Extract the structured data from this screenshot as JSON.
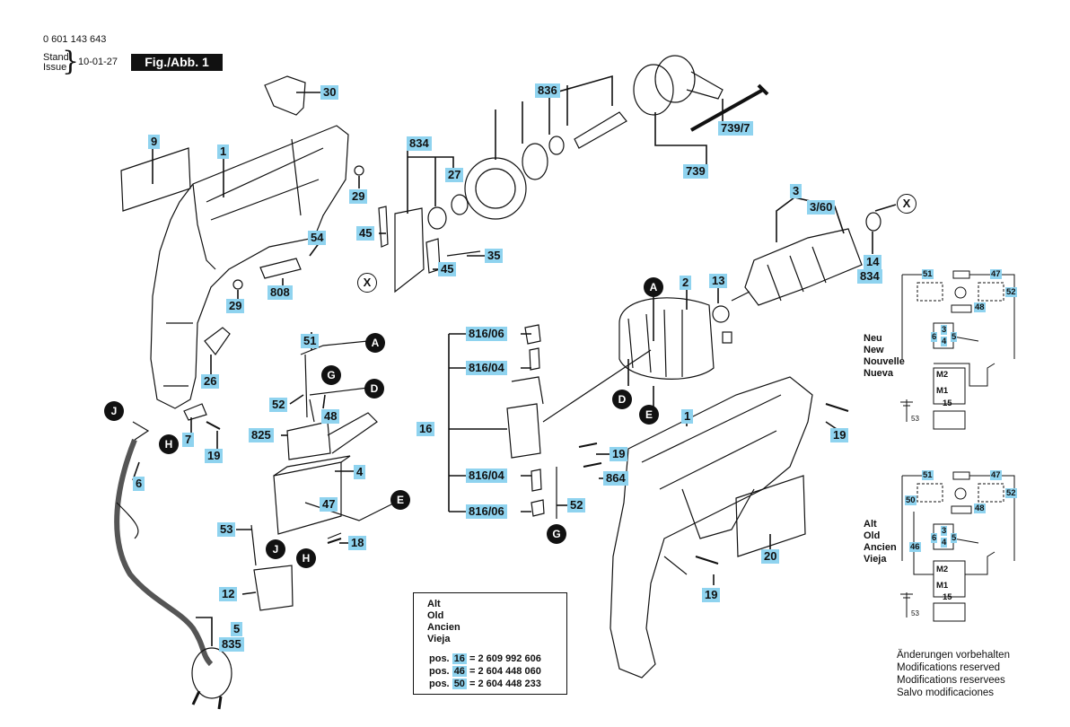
{
  "header": {
    "part_number": "0 601 143 643",
    "stand_label": "Stand",
    "issue_label": "Issue",
    "date": "10-01-27",
    "figure": "Fig./Abb. 1"
  },
  "labels": {
    "p30": "30",
    "p9": "9",
    "p1a": "1",
    "p29a": "29",
    "p54": "54",
    "p808": "808",
    "p29b": "29",
    "p26": "26",
    "p7": "7",
    "p19a": "19",
    "p6": "6",
    "p5": "5",
    "p835": "835",
    "p51": "51",
    "p52a": "52",
    "p48": "48",
    "p825": "825",
    "p4": "4",
    "p47": "47",
    "p53": "53",
    "p18": "18",
    "p12": "12",
    "p834a": "834",
    "p27": "27",
    "p45a": "45",
    "p45b": "45",
    "p35": "35",
    "p836": "836",
    "p739_7": "739/7",
    "p739": "739",
    "p816_06a": "816/06",
    "p816_04a": "816/04",
    "p16": "16",
    "p816_04b": "816/04",
    "p816_06b": "816/06",
    "p52b": "52",
    "p19b": "19",
    "p864": "864",
    "p2": "2",
    "p13": "13",
    "p1b": "1",
    "p19c": "19",
    "p19d": "19",
    "p20": "20",
    "p3": "3",
    "p3_60": "3/60",
    "p14": "14",
    "p834b": "834"
  },
  "connectors": {
    "A1": "A",
    "A2": "A",
    "D1": "D",
    "D2": "D",
    "E1": "E",
    "E2": "E",
    "G1": "G",
    "G2": "G",
    "J1": "J",
    "J2": "J",
    "H1": "H",
    "H2": "H",
    "X1": "X",
    "X2": "X"
  },
  "wiring_new": {
    "langs": [
      "Neu",
      "New",
      "Nouvelle",
      "Nueva"
    ],
    "w51": "51",
    "w47": "47",
    "w52": "52",
    "w48": "48",
    "w6": "6",
    "w3": "3",
    "w4": "4",
    "w5": "5",
    "wM2": "M2",
    "wM1": "M1",
    "w15": "15",
    "w53": "53"
  },
  "wiring_old": {
    "langs": [
      "Alt",
      "Old",
      "Ancien",
      "Vieja"
    ],
    "w51": "51",
    "w47": "47",
    "w52": "52",
    "w50": "50",
    "w48": "48",
    "w46": "46",
    "w6": "6",
    "w3": "3",
    "w4": "4",
    "w5": "5",
    "wM2": "M2",
    "wM1": "M1",
    "w15": "15",
    "w53": "53"
  },
  "note": {
    "langs": [
      "Alt",
      "Old",
      "Ancien",
      "Vieja"
    ],
    "rows": [
      {
        "prefix": "pos.",
        "pos": "16",
        "text": "= 2 609 992 606"
      },
      {
        "prefix": "pos.",
        "pos": "46",
        "text": "= 2 604 448 060"
      },
      {
        "prefix": "pos.",
        "pos": "50",
        "text": "= 2 604 448 233"
      }
    ]
  },
  "modifications": [
    "Änderungen vorbehalten",
    "Modifications reserved",
    "Modifications reservees",
    "Salvo modificaciones"
  ]
}
